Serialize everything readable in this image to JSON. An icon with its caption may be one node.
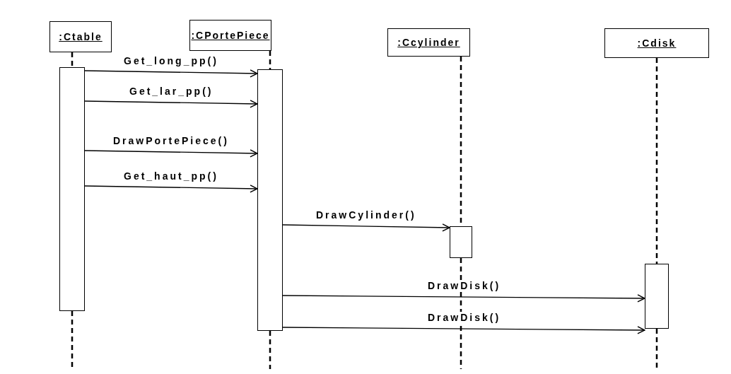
{
  "diagram": {
    "nodes": [
      {
        "text": [
          ":Ctable"
        ]
      },
      {
        "text": [
          ":CPortePiece"
        ]
      },
      {
        "text": [
          ":Ccylinder"
        ]
      },
      {
        "text": [
          ":Cdisk"
        ]
      },
      {
        "text": [],
        "shape": "bar"
      },
      {
        "text": [],
        "shape": "bar"
      },
      {
        "text": [],
        "shape": "bar"
      },
      {
        "text": [],
        "shape": "bar"
      }
    ],
    "edges": [
      {
        "from": 0,
        "to": 4,
        "arrow": "none",
        "style": "dashed"
      },
      {
        "from": 1,
        "to": 5,
        "arrow": "none",
        "style": "dashed"
      },
      {
        "from": 2,
        "to": 6,
        "arrow": "none",
        "style": "dashed"
      },
      {
        "from": 3,
        "to": 7,
        "arrow": "none",
        "style": "dashed"
      },
      {
        "from": 4,
        "to": 5,
        "label": "Get_long_pp()",
        "arrow": "to"
      },
      {
        "from": 4,
        "to": 5,
        "label": "Get_lar_pp()",
        "arrow": "to"
      },
      {
        "from": 4,
        "to": 5,
        "label": "DrawPortePiece()",
        "arrow": "to"
      },
      {
        "from": 4,
        "to": 5,
        "label": "Get_haut_pp()",
        "arrow": "to"
      },
      {
        "from": 5,
        "to": 6,
        "label": "DrawCylinder()",
        "arrow": "to"
      },
      {
        "from": 5,
        "to": 7,
        "label": "DrawDisk()",
        "arrow": "to"
      },
      {
        "from": 5,
        "to": 7,
        "label": "DrawDisk()",
        "arrow": "to"
      },
      {
        "from": 4,
        "to": null,
        "arrow": "none",
        "style": "dashed"
      },
      {
        "from": 5,
        "to": null,
        "arrow": "none",
        "style": "dashed"
      },
      {
        "from": 6,
        "to": null,
        "arrow": "none",
        "style": "dashed"
      },
      {
        "from": 7,
        "to": null,
        "arrow": "none",
        "style": "dashed"
      }
    ]
  }
}
